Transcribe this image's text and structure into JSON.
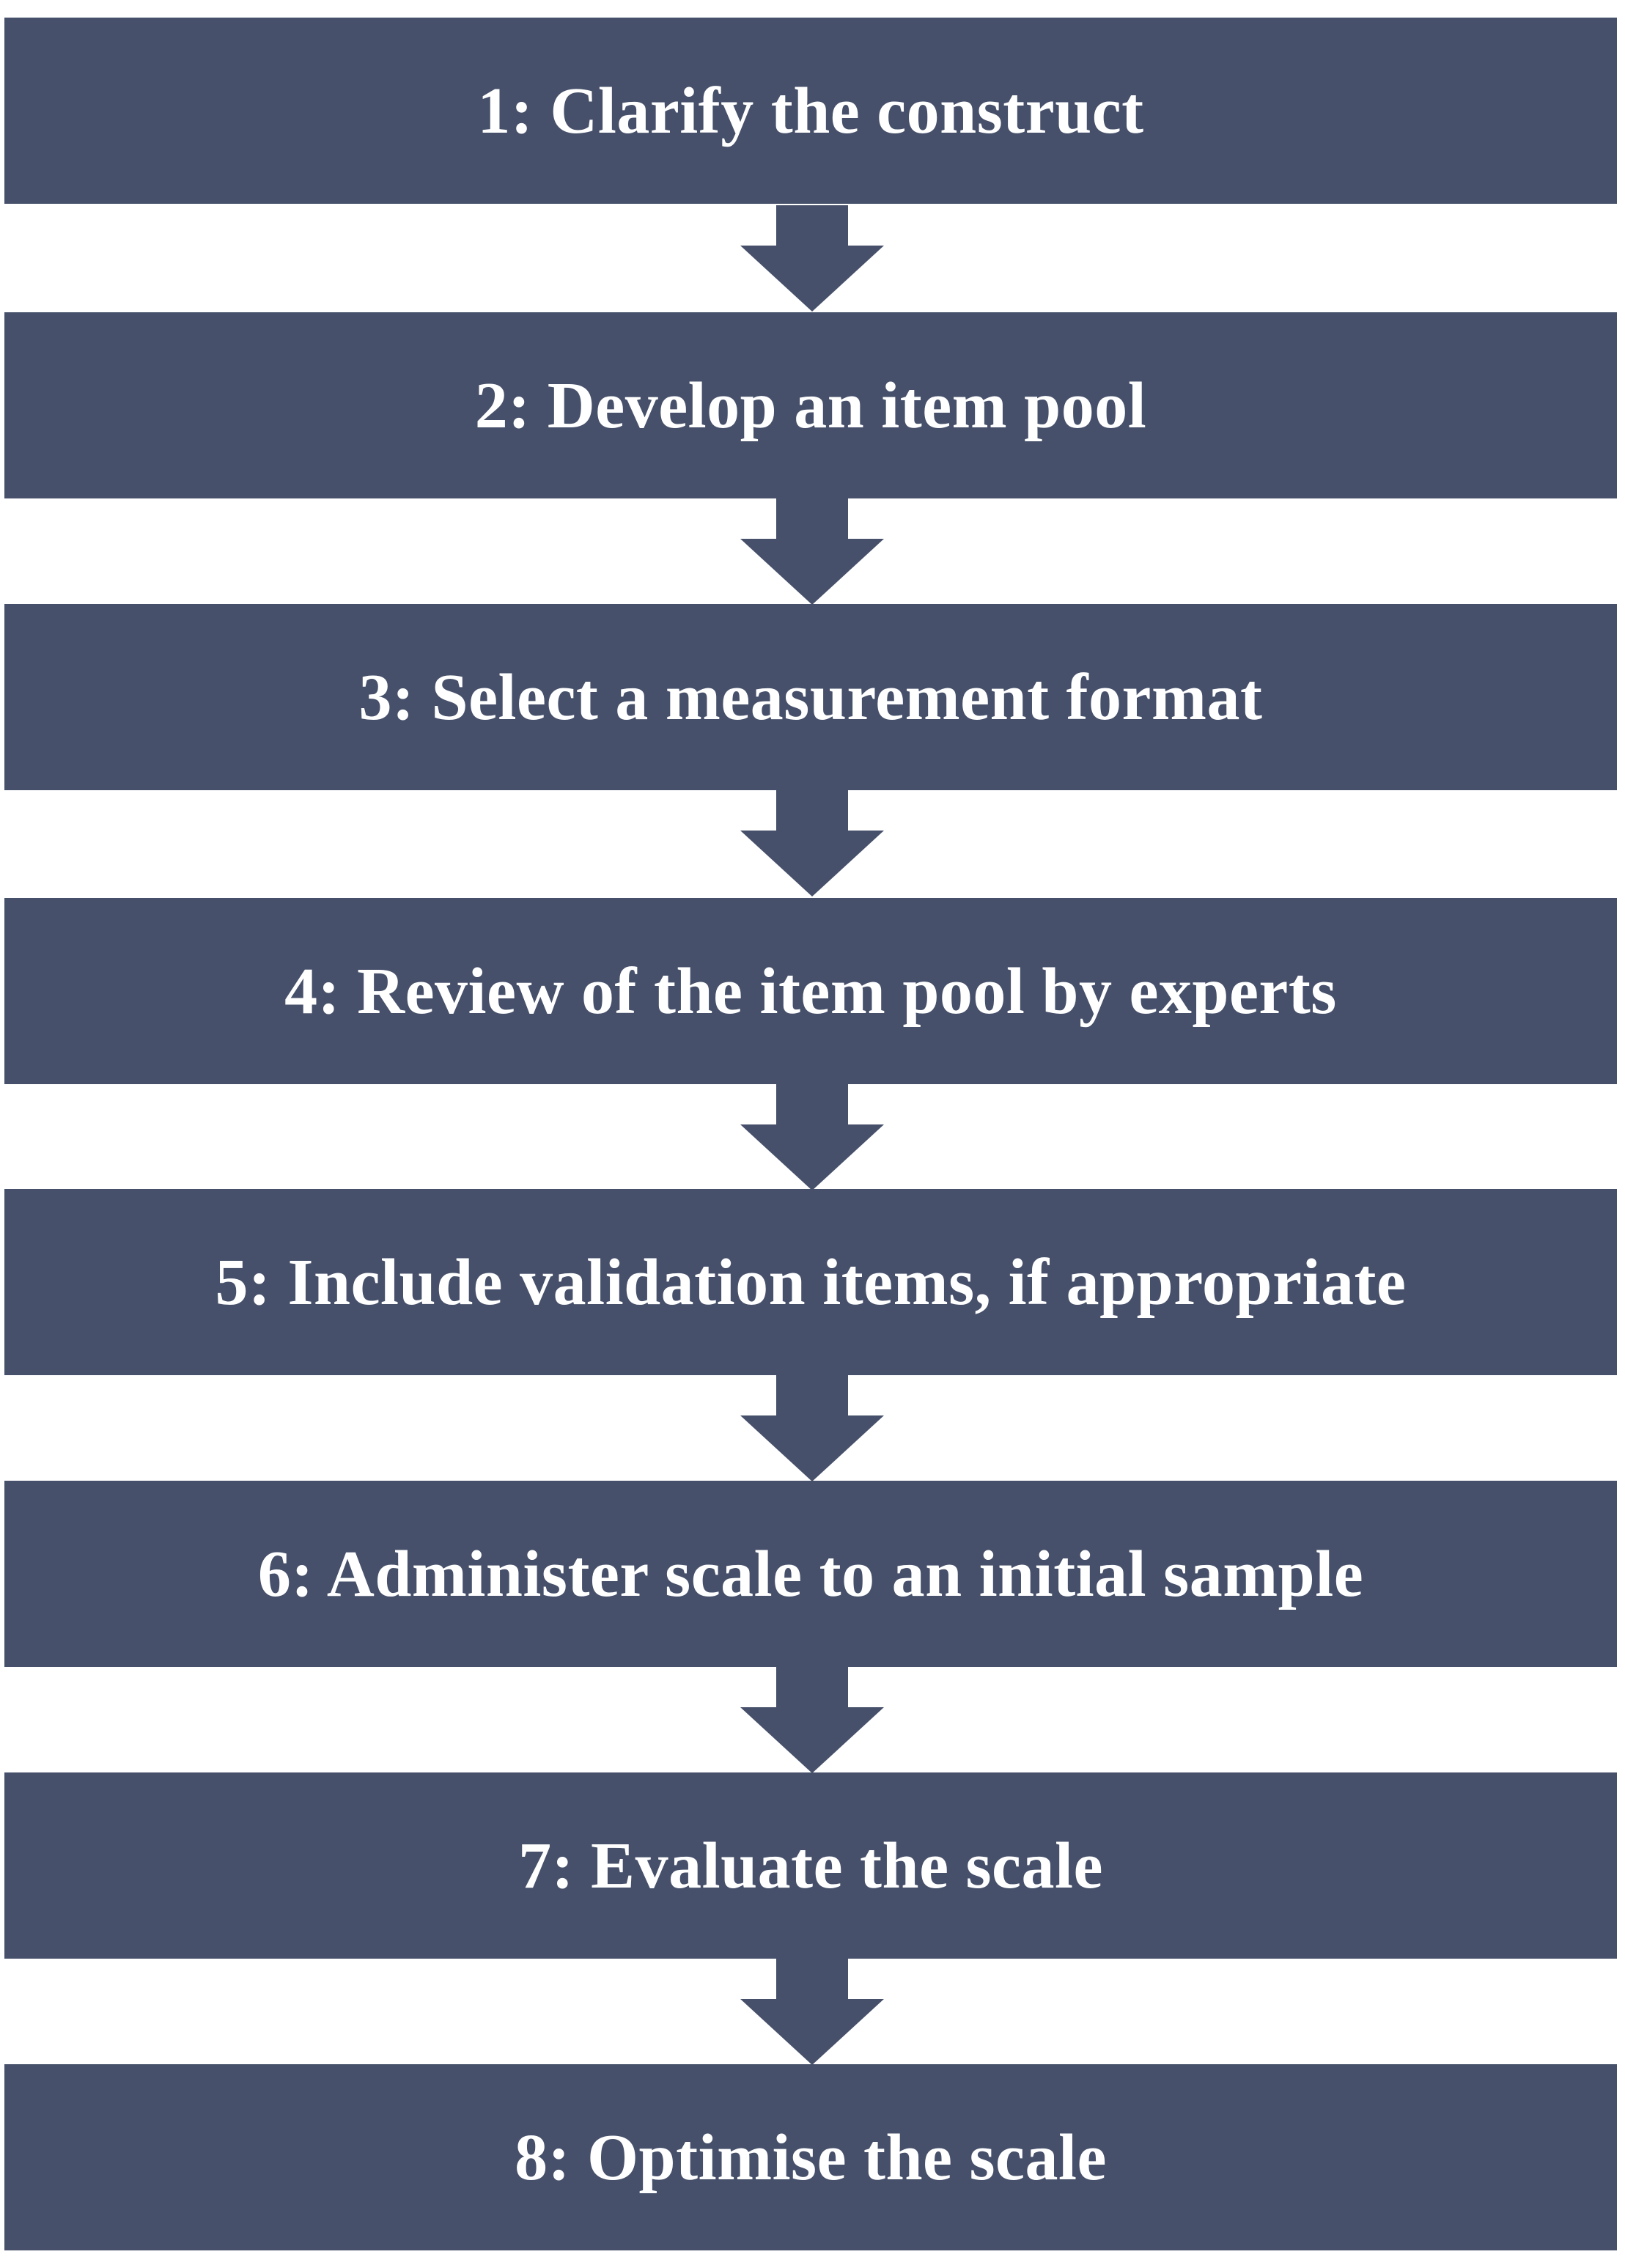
{
  "colors": {
    "box_fill": "#46506a",
    "text": "#ffffff",
    "background": "#ffffff"
  },
  "steps": [
    {
      "label": "1: Clarify the construct"
    },
    {
      "label": "2: Develop an item pool"
    },
    {
      "label": "3: Select a measurement format"
    },
    {
      "label": "4: Review of the item pool by experts"
    },
    {
      "label": "5: Include validation items, if appropriate"
    },
    {
      "label": "6: Administer scale to an initial sample"
    },
    {
      "label": "7: Evaluate the scale"
    },
    {
      "label": "8: Optimise the scale"
    }
  ]
}
